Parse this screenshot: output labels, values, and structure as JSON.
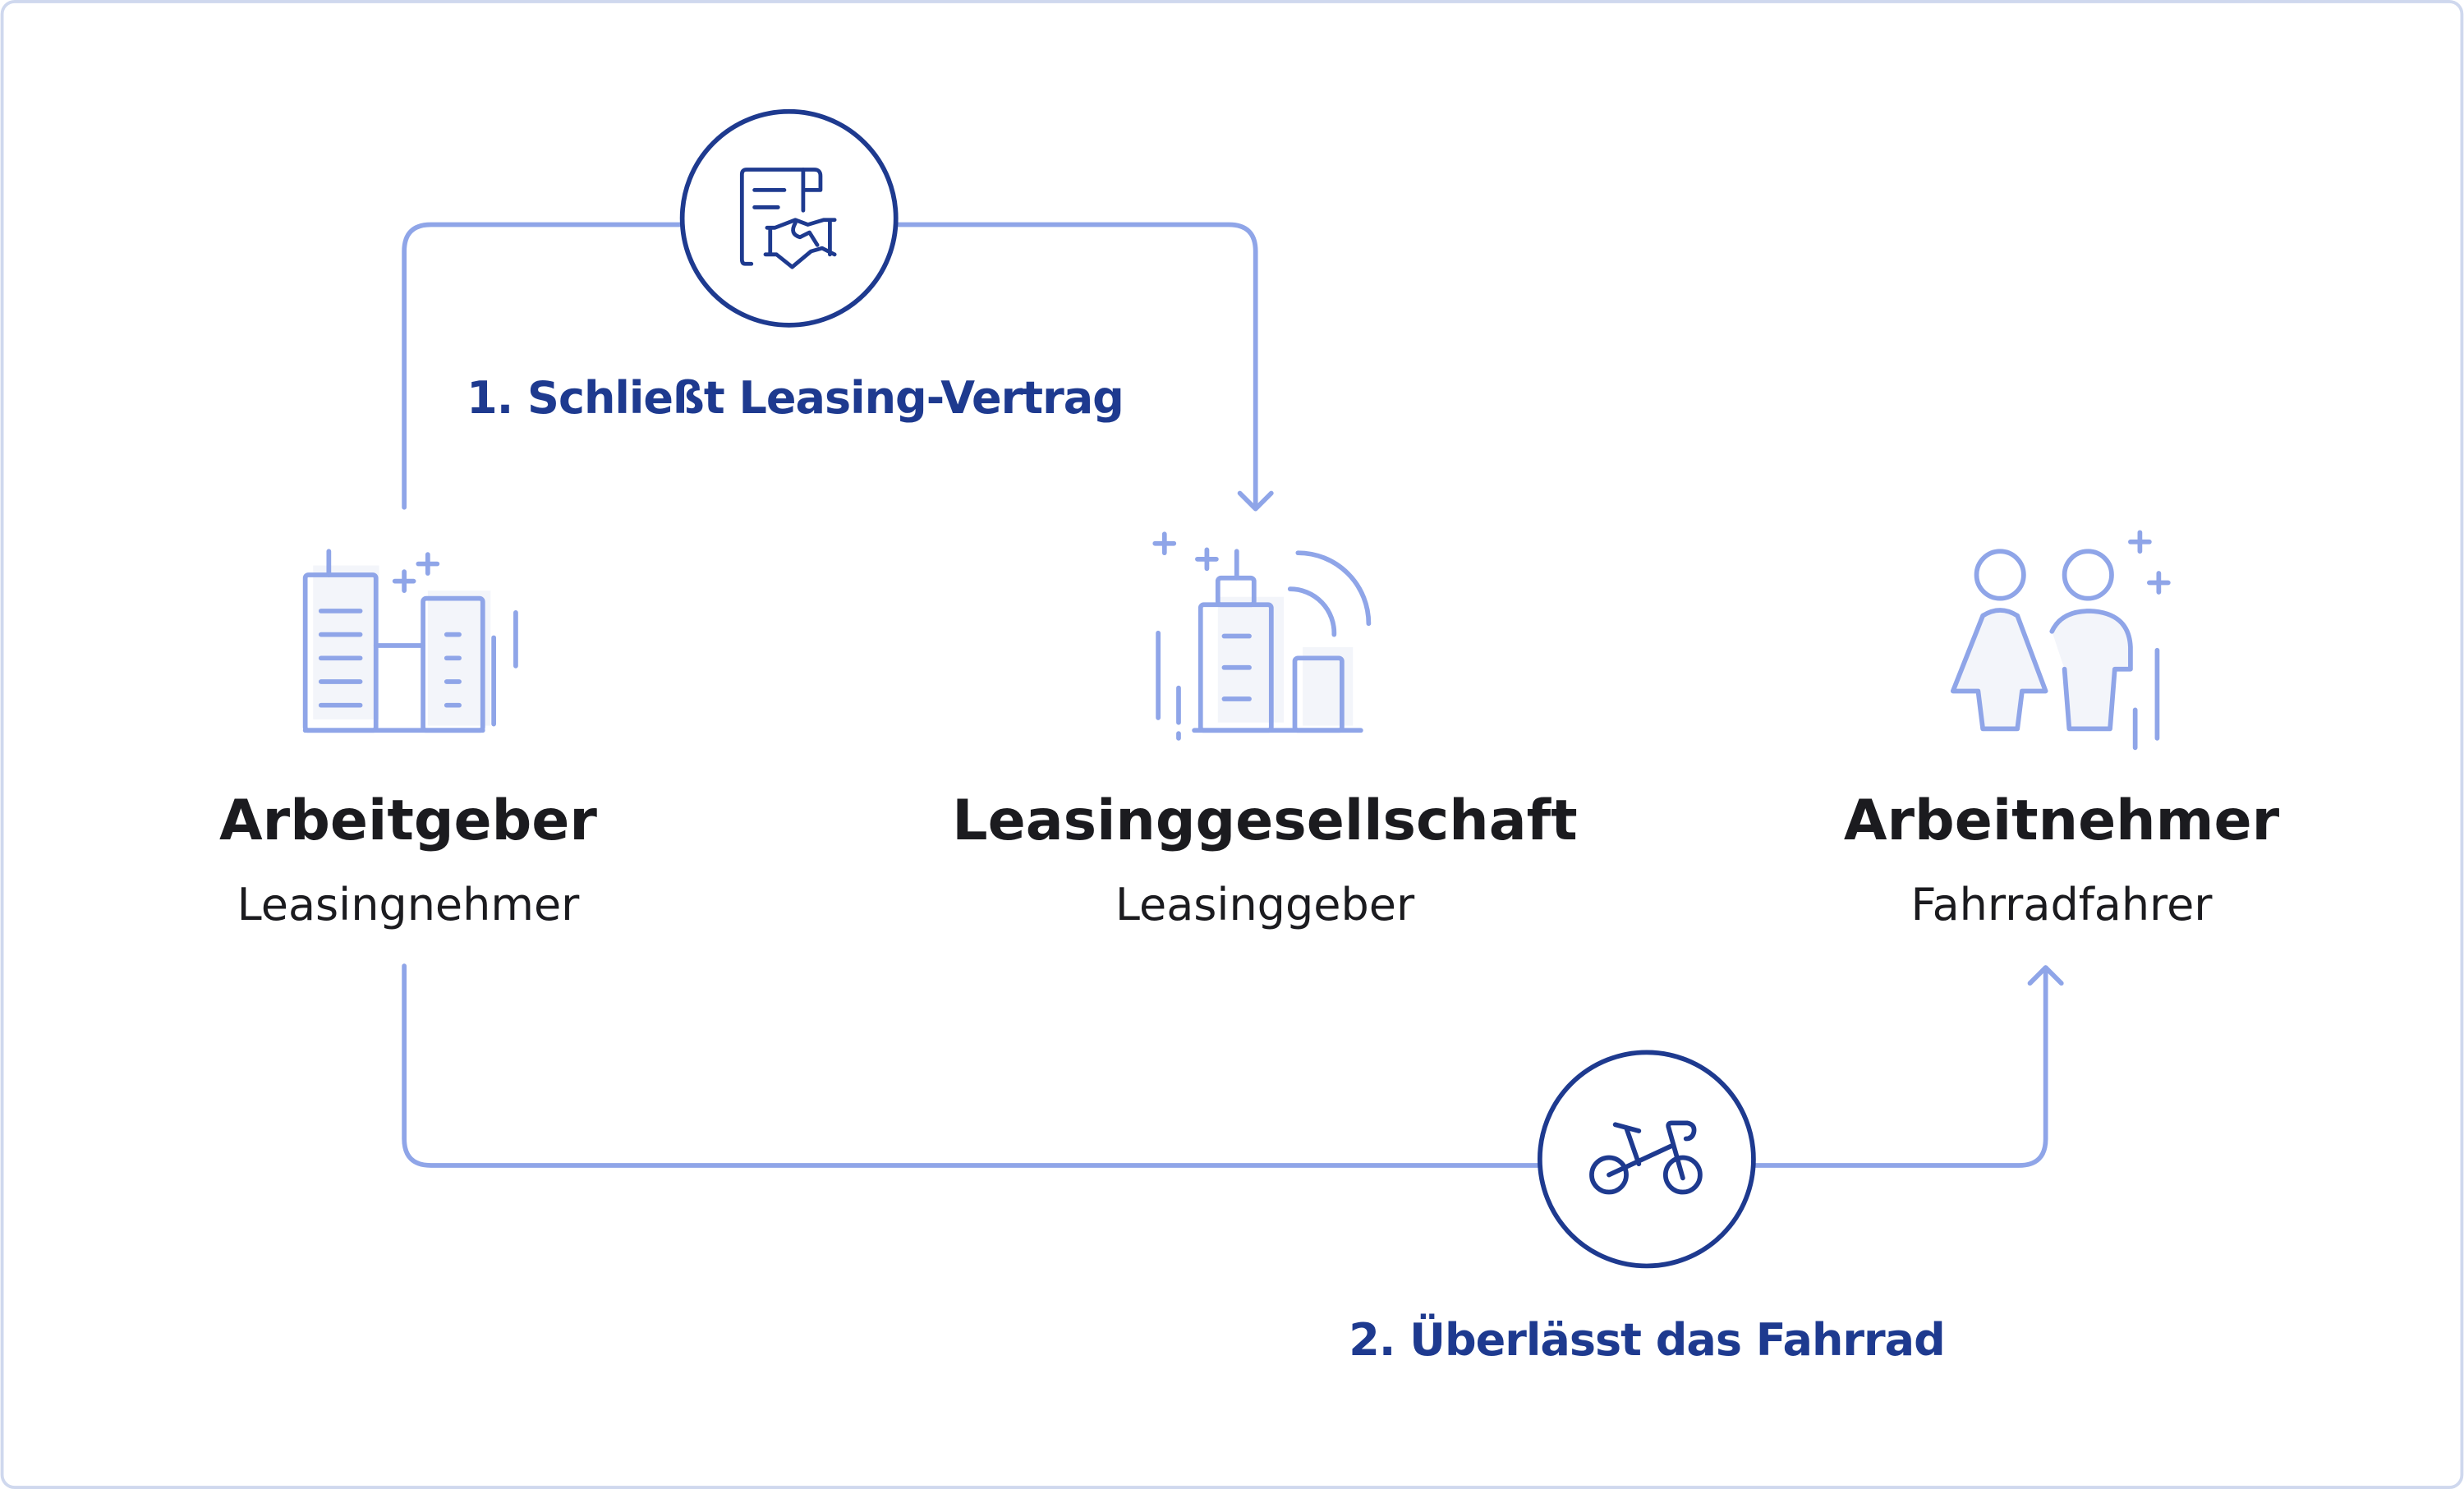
{
  "colors": {
    "accent_dark": "#1e3a8f",
    "accent_light": "#8fa5e8",
    "text": "#1b1b1f",
    "border": "#cfd8ee"
  },
  "steps": [
    {
      "label": "1. Schließt Leasing-Vertrag",
      "icon": "contract-handshake-icon"
    },
    {
      "label": "2. Überlässt das Fahrrad",
      "icon": "bicycle-icon"
    }
  ],
  "parties": [
    {
      "title": "Arbeitgeber",
      "role": "Leasingnehmer",
      "icon": "office-buildings-icon"
    },
    {
      "title": "Leasinggesellschaft",
      "role": "Leasinggeber",
      "icon": "company-building-icon"
    },
    {
      "title": "Arbeitnehmer",
      "role": "Fahrradfahrer",
      "icon": "people-icon"
    }
  ]
}
